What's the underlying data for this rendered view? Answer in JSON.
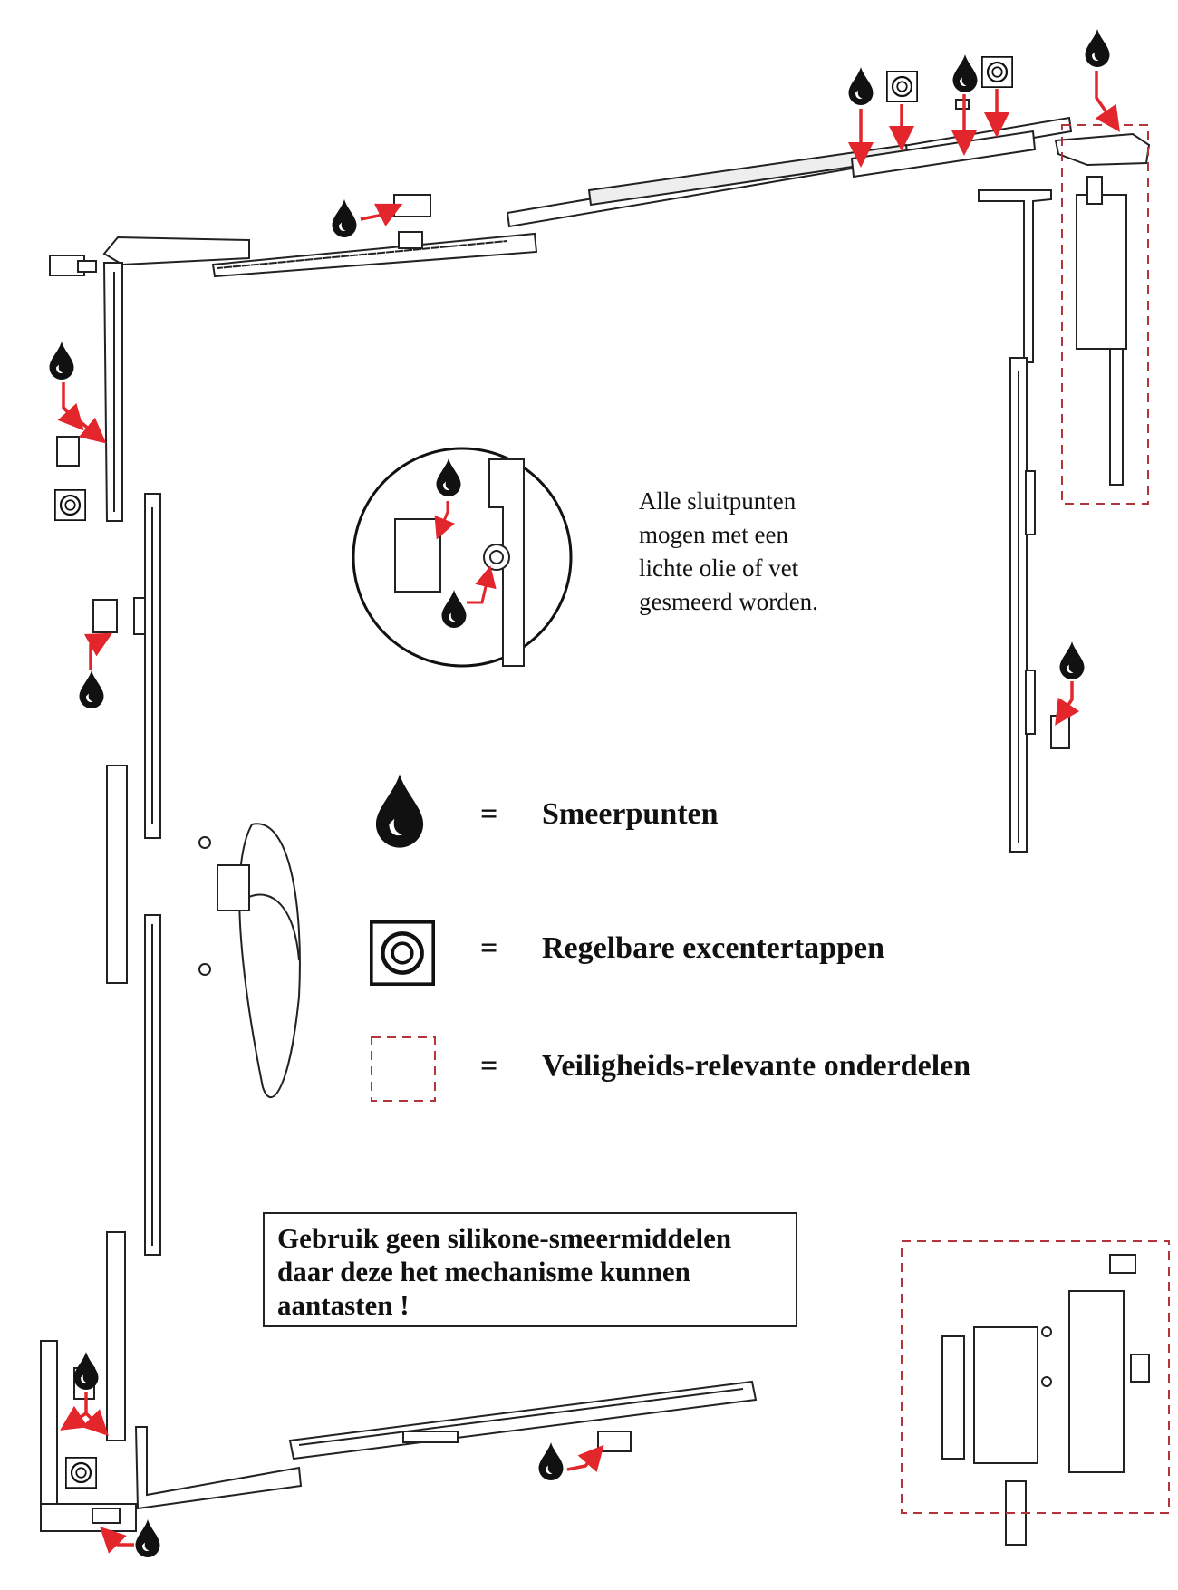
{
  "note_lines": [
    "Alle sluitpunten",
    "mogen met een",
    "lichte olie of vet",
    "gesmeerd worden."
  ],
  "legend": [
    {
      "symbol": "drop-icon",
      "equals": "=",
      "label": "Smeerpunten"
    },
    {
      "symbol": "eccentric-pin-icon",
      "equals": "=",
      "label": "Regelbare excentertappen"
    },
    {
      "symbol": "dashed-box-icon",
      "equals": "=",
      "label": "Veiligheids-relevante onderdelen"
    }
  ],
  "warning_lines": [
    "Gebruik geen silikone-smeermiddelen",
    "daar deze het mechanisme kunnen",
    "aantasten !"
  ],
  "colors": {
    "arrow": "#e3262b",
    "safety_box": "#b5343a",
    "line": "#222222",
    "drop": "#111111"
  }
}
